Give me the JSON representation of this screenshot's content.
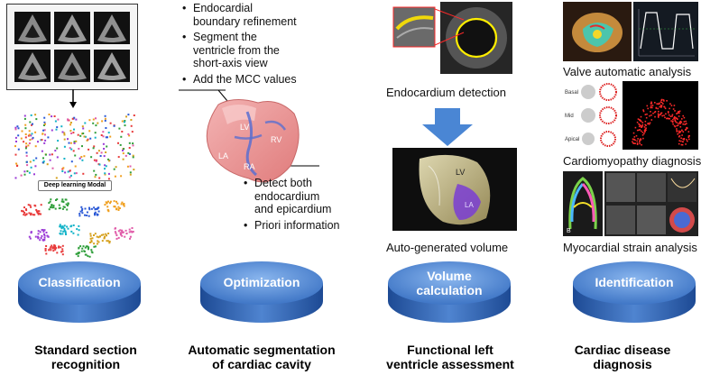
{
  "columns": [
    {
      "disc_label": "Classification",
      "bottom_title": [
        "Standard section",
        "recognition"
      ],
      "model_label": "Deep learning Modal"
    },
    {
      "disc_label": "Optimization",
      "bottom_title": [
        "Automatic segmentation",
        "of cardiac cavity"
      ],
      "bullets_top": [
        [
          "Endocardial",
          "boundary refinement"
        ],
        [
          "Segment the",
          "ventricle from the",
          "short-axis view"
        ],
        [
          "Add the MCC values"
        ]
      ],
      "bullets_bottom": [
        [
          "Detect both",
          "endocardium",
          "and epicardium"
        ],
        [
          "Priori information"
        ]
      ],
      "heart_labels": [
        "LV",
        "RV",
        "LA",
        "RA"
      ]
    },
    {
      "disc_label": [
        "Volume",
        "calculation"
      ],
      "bottom_title": [
        "Functional left",
        "ventricle assessment"
      ],
      "captions": [
        "Endocardium detection",
        "Auto-generated volume"
      ],
      "volume_labels": [
        "LV",
        "LA"
      ]
    },
    {
      "disc_label": "Identification",
      "bottom_title": [
        "Cardiac disease",
        "diagnosis"
      ],
      "captions": [
        "Valve automatic analysis",
        "Cardiomyopathy diagnosis",
        "Myocardial strain analysis"
      ],
      "cmp_labels": [
        "Basal",
        "Mid",
        "Apical"
      ],
      "strain_label": "B"
    }
  ],
  "bullet_glyph": "•",
  "colors": {
    "disc_top": "#5b8fd6",
    "disc_side": "#2f5fae",
    "arrow_blue": "#4a86d4"
  }
}
